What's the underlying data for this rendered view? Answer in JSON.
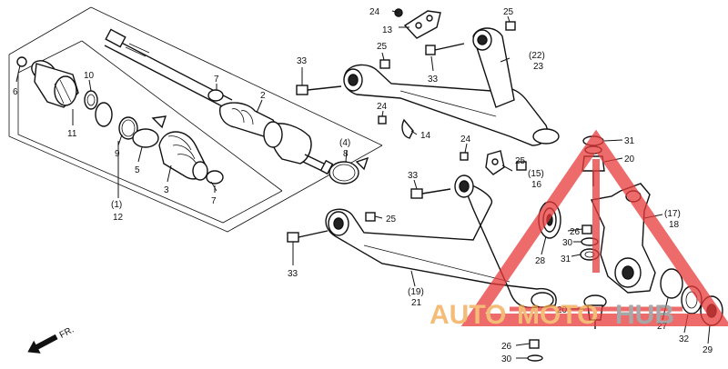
{
  "callouts": {
    "c24a": "24",
    "c13": "13",
    "c25a": "25",
    "c22": "(22)",
    "c23": "23",
    "c25b": "25",
    "c33a": "33",
    "c33b": "33",
    "c6": "6",
    "c10": "10",
    "c7a": "7",
    "c2": "2",
    "c11": "11",
    "c9": "9",
    "c5": "5",
    "c3": "3",
    "c7b": "7",
    "c1": "(1)",
    "c12": "12",
    "c4": "(4)",
    "c8": "8",
    "c24b": "24",
    "c14": "14",
    "c24c": "24",
    "c31a": "31",
    "c20a": "20",
    "c25c": "25",
    "c15": "(15)",
    "c16": "16",
    "c33c": "33",
    "c25d": "25",
    "c33d": "33",
    "c17": "(17)",
    "c18": "18",
    "c26a": "26",
    "c30a": "30",
    "c28": "28",
    "c31b": "31",
    "c19": "(19)",
    "c21": "21",
    "c20b": "20",
    "c27": "27",
    "c32": "32",
    "c29": "29",
    "c26b": "26",
    "c30b": "30"
  },
  "front_marker": "FR.",
  "watermark": {
    "text_auto": "AUTO",
    "text_moto": "MOTO",
    "text_hub": "HUB",
    "color_red": "#e83a3a",
    "color_orange": "#f2a64a",
    "color_gray": "#8a8a8a"
  }
}
